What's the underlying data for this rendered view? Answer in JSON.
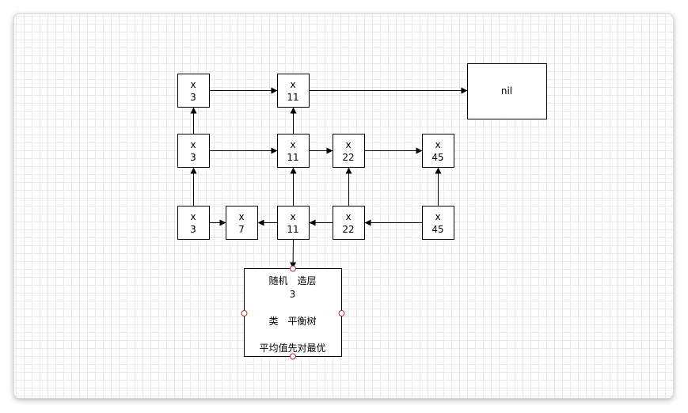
{
  "diagram": {
    "nodes": [
      {
        "id": "l2_3",
        "line1": "x",
        "line2": "3"
      },
      {
        "id": "l2_11",
        "line1": "x",
        "line2": "11"
      },
      {
        "id": "nil",
        "line1": "nil"
      },
      {
        "id": "l1_3",
        "line1": "x",
        "line2": "3"
      },
      {
        "id": "l1_11",
        "line1": "x",
        "line2": "11"
      },
      {
        "id": "l1_22",
        "line1": "x",
        "line2": "22"
      },
      {
        "id": "l1_45",
        "line1": "x",
        "line2": "45"
      },
      {
        "id": "l0_3",
        "line1": "x",
        "line2": "3"
      },
      {
        "id": "l0_7",
        "line1": "x",
        "line2": "7"
      },
      {
        "id": "l0_11",
        "line1": "x",
        "line2": "11"
      },
      {
        "id": "l0_22",
        "line1": "x",
        "line2": "22"
      },
      {
        "id": "l0_45",
        "line1": "x",
        "line2": "45"
      }
    ],
    "note": {
      "lines": [
        "随机　造层",
        "3",
        "",
        "类　平衡树",
        "",
        "平均值先对最优"
      ]
    },
    "edges": [
      {
        "from": "l2_3",
        "to": "l2_11"
      },
      {
        "from": "l2_11",
        "to": "nil"
      },
      {
        "from": "l1_3",
        "to": "l1_11"
      },
      {
        "from": "l1_11",
        "to": "l1_22"
      },
      {
        "from": "l1_22",
        "to": "l1_45"
      },
      {
        "from": "l1_3",
        "to": "l2_3"
      },
      {
        "from": "l1_11",
        "to": "l2_11"
      },
      {
        "from": "l0_3",
        "to": "l1_3"
      },
      {
        "from": "l0_11",
        "to": "l1_11"
      },
      {
        "from": "l0_22",
        "to": "l1_22"
      },
      {
        "from": "l0_45",
        "to": "l1_45"
      },
      {
        "from": "l0_3",
        "to": "l0_7"
      },
      {
        "from": "l0_11",
        "to": "l0_7"
      },
      {
        "from": "l0_22",
        "to": "l0_11"
      },
      {
        "from": "l0_45",
        "to": "l0_22"
      },
      {
        "from": "l0_11",
        "to": "note"
      }
    ]
  }
}
